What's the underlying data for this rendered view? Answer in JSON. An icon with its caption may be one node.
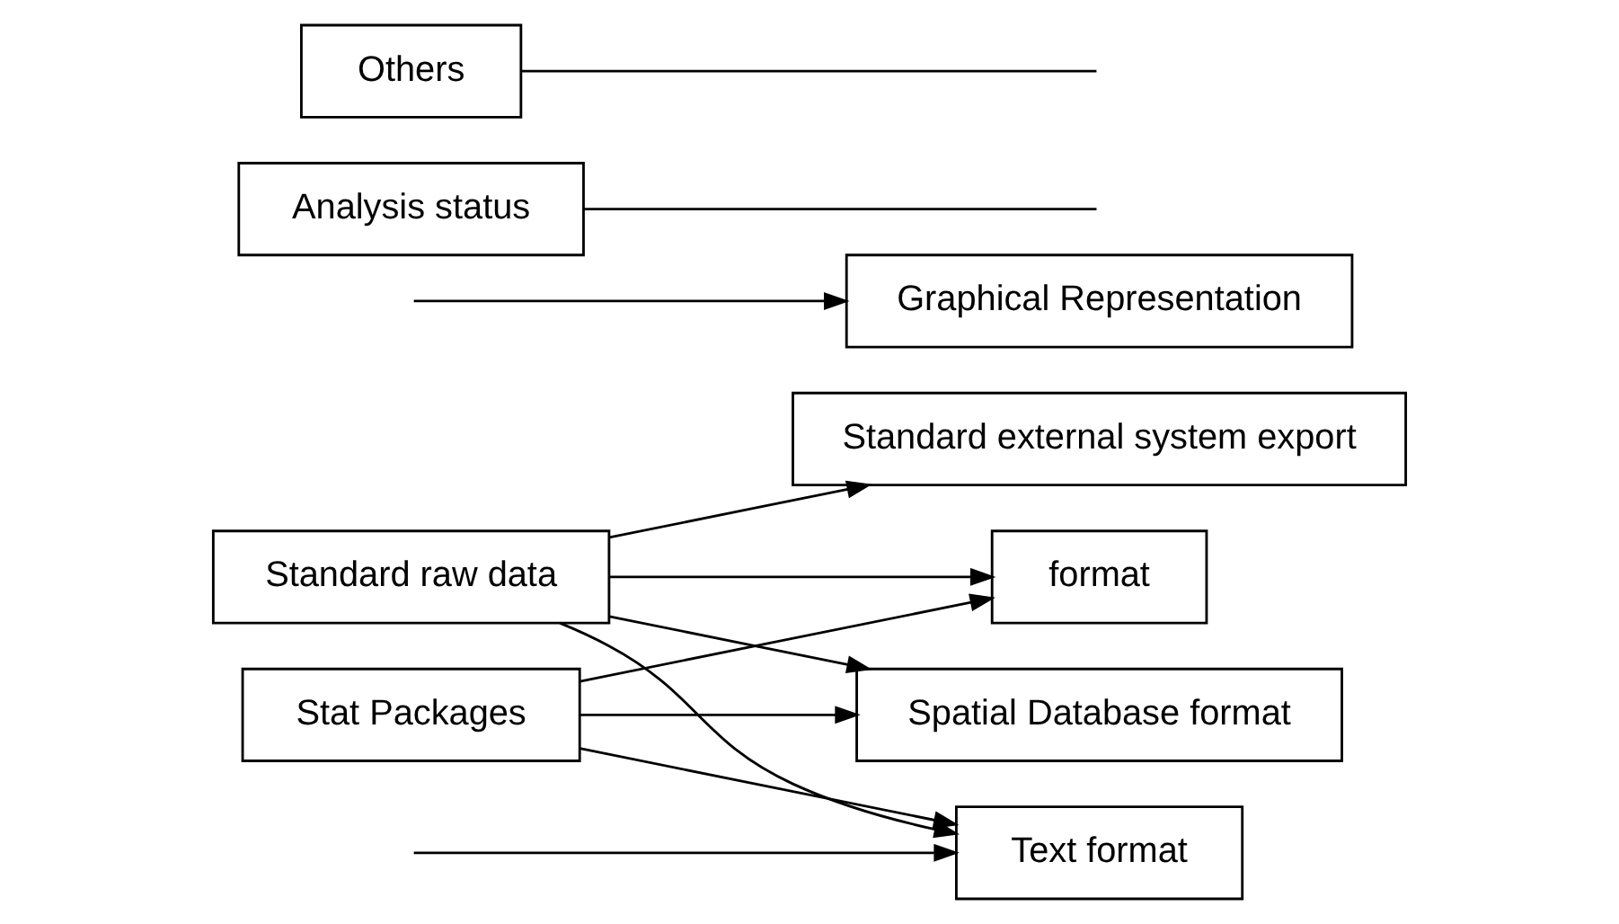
{
  "diagram": {
    "nodes": [
      {
        "text": [
          "Standard raw data"
        ]
      },
      {
        "text": [
          "Standard external system export"
        ]
      },
      {
        "text": [
          "Stat Packages"
        ]
      },
      {
        "text": [
          "Graphical Representation"
        ]
      },
      {
        "text": [
          "Analysis status"
        ]
      },
      {
        "text": [
          "format"
        ]
      },
      {
        "text": [
          "Others"
        ]
      },
      {
        "text": [
          "Spatial Database format"
        ]
      },
      {
        "text": [
          "Text format"
        ]
      }
    ],
    "edges": [
      {
        "from": 0,
        "to": 1,
        "arrow": "to"
      },
      {
        "from": null,
        "to": 3,
        "arrow": "to"
      },
      {
        "from": 0,
        "to": 5,
        "arrow": "to"
      },
      {
        "from": 0,
        "to": 7,
        "arrow": "to"
      },
      {
        "from": 0,
        "to": 8,
        "arrow": "to"
      },
      {
        "from": 2,
        "to": 5,
        "arrow": "to"
      },
      {
        "from": 2,
        "to": 7,
        "arrow": "to"
      },
      {
        "from": 2,
        "to": 8,
        "arrow": "to"
      },
      {
        "from": 4,
        "to": null,
        "arrow": "none"
      },
      {
        "from": 6,
        "to": null,
        "arrow": "none"
      },
      {
        "from": null,
        "to": 8,
        "arrow": "to"
      }
    ]
  }
}
